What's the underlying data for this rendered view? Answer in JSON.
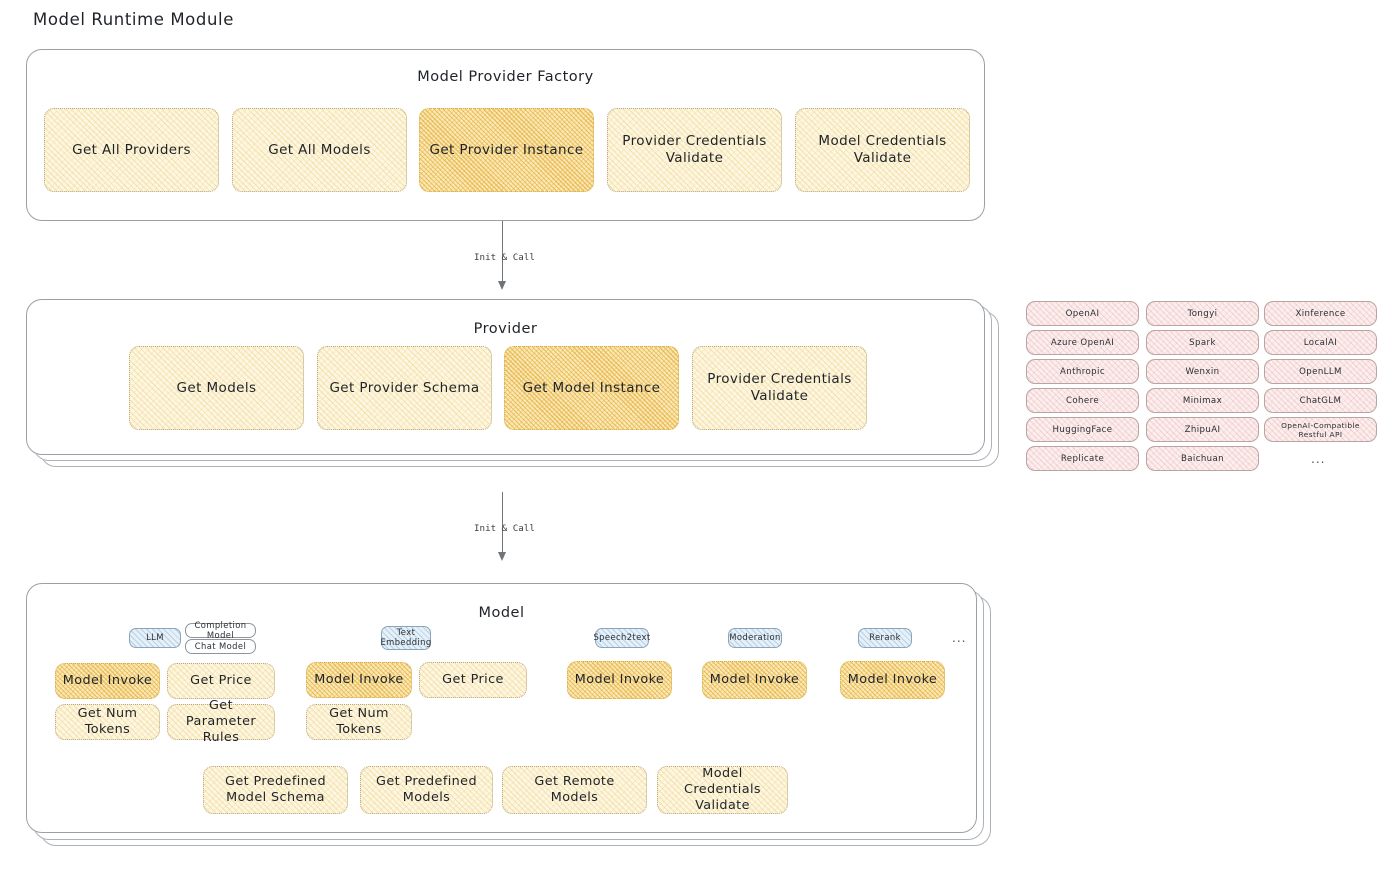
{
  "page": {
    "title": "Model Runtime Module"
  },
  "factory": {
    "title": "Model Provider Factory",
    "items": [
      {
        "label": "Get All Providers",
        "highlight": false
      },
      {
        "label": "Get All Models",
        "highlight": false
      },
      {
        "label": "Get Provider Instance",
        "highlight": true
      },
      {
        "label": "Provider Credentials Validate",
        "highlight": false
      },
      {
        "label": "Model Credentials Validate",
        "highlight": false
      }
    ]
  },
  "arrow1": {
    "label": "Init & Call"
  },
  "provider": {
    "title": "Provider",
    "items": [
      {
        "label": "Get Models",
        "highlight": false
      },
      {
        "label": "Get Provider Schema",
        "highlight": false
      },
      {
        "label": "Get Model Instance",
        "highlight": true
      },
      {
        "label": "Provider Credentials Validate",
        "highlight": false
      }
    ]
  },
  "arrow2": {
    "label": "Init & Call"
  },
  "provider_list": {
    "columns": [
      [
        "OpenAI",
        "Azure OpenAI",
        "Anthropic",
        "Cohere",
        "HuggingFace",
        "Replicate"
      ],
      [
        "Tongyi",
        "Spark",
        "Wenxin",
        "Minimax",
        "ZhipuAI",
        "Baichuan"
      ],
      [
        "Xinference",
        "LocalAI",
        "OpenLLM",
        "ChatGLM",
        "OpenAI-Compatible Restful API"
      ]
    ],
    "more": "..."
  },
  "model": {
    "title": "Model",
    "more": "...",
    "types": [
      {
        "tag": "LLM",
        "subtags": [
          "Completion Model",
          "Chat Model"
        ],
        "actions": [
          {
            "label": "Model Invoke",
            "highlight": true
          },
          {
            "label": "Get Price",
            "highlight": false
          },
          {
            "label": "Get Num Tokens",
            "highlight": false
          },
          {
            "label": "Get Parameter Rules",
            "highlight": false
          }
        ]
      },
      {
        "tag": "Text Embedding",
        "subtags": [],
        "actions": [
          {
            "label": "Model Invoke",
            "highlight": true
          },
          {
            "label": "Get Price",
            "highlight": false
          },
          {
            "label": "Get Num Tokens",
            "highlight": false
          }
        ]
      },
      {
        "tag": "Speech2text",
        "subtags": [],
        "actions": [
          {
            "label": "Model Invoke",
            "highlight": true
          }
        ]
      },
      {
        "tag": "Moderation",
        "subtags": [],
        "actions": [
          {
            "label": "Model Invoke",
            "highlight": true
          }
        ]
      },
      {
        "tag": "Rerank",
        "subtags": [],
        "actions": [
          {
            "label": "Model Invoke",
            "highlight": true
          }
        ]
      }
    ],
    "common": [
      {
        "label": "Get Predefined Model Schema"
      },
      {
        "label": "Get Predefined Models"
      },
      {
        "label": "Get Remote Models"
      },
      {
        "label": "Model Credentials Validate"
      }
    ]
  },
  "colors": {
    "accent_amber": "#e9c46a",
    "accent_amber_strong": "#e2a830",
    "accent_pink": "#d69696",
    "accent_blue": "#78a5c8",
    "panel_border": "#9aa0a6"
  }
}
